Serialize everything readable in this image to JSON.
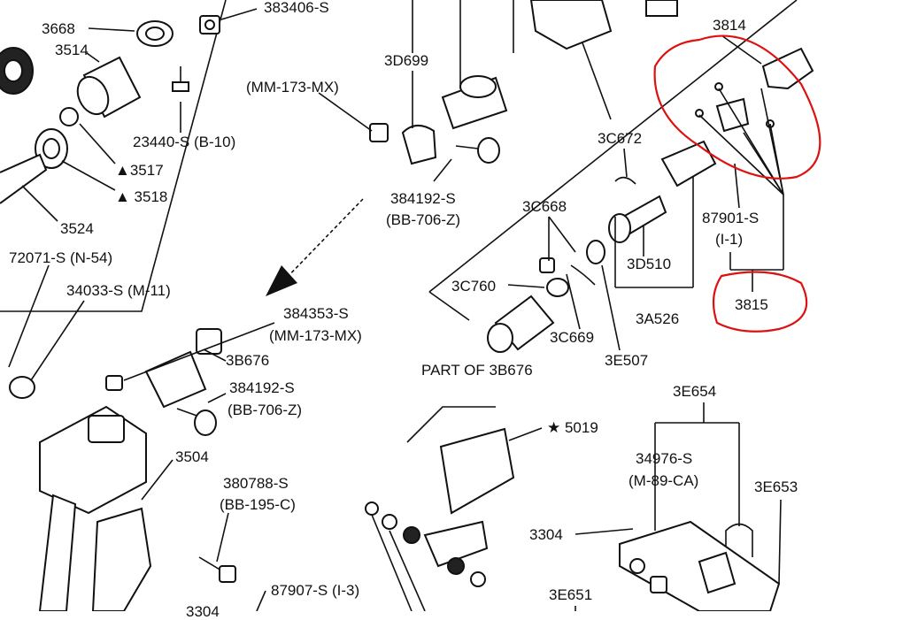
{
  "labels": {
    "l3668": "3668",
    "l383406s": "383406-S",
    "l3514": "3514",
    "l3d699": "3D699",
    "lmm173mx_a": "(MM-173-MX)",
    "l23440s": "23440-S (B-10)",
    "l3517": "▲3517",
    "l3518": "▲ 3518",
    "l3524": "3524",
    "l3814": "3814",
    "l3c672": "3C672",
    "l384192s_a": "384192-S",
    "lbb706z_a": "(BB-706-Z)",
    "l3c668": "3C668",
    "l87901s": "87901-S",
    "li1": "(I-1)",
    "l72071s": "72071-S (N-54)",
    "l34033s": "34033-S (M-11)",
    "l3d510": "3D510",
    "l3c760": "3C760",
    "l3815": "3815",
    "l3a526": "3A526",
    "l384353s": "384353-S",
    "lmm173mx_b": "(MM-173-MX)",
    "l3c669": "3C669",
    "l3b676": "3B676",
    "lpart3b676": "PART OF 3B676",
    "l3e507": "3E507",
    "l384192s_b": "384192-S",
    "lbb706z_b": "(BB-706-Z)",
    "l3e654": "3E654",
    "l5019": "★ 5019",
    "l3504": "3504",
    "l34976s": "34976-S",
    "lm89ca": "(M-89-CA)",
    "l3e653": "3E653",
    "l380788s": "380788-S",
    "lbb195c": "(BB-195-C)",
    "l3304": "3304",
    "l87907s": "87907-S (I-3)",
    "l3e651": "3E651",
    "l3304b": "3304"
  },
  "colors": {
    "ink": "#111111",
    "highlight": "#dd1111",
    "paper": "#ffffff"
  },
  "icons": [
    "arrow-icon",
    "triangle-icon",
    "star-icon"
  ]
}
